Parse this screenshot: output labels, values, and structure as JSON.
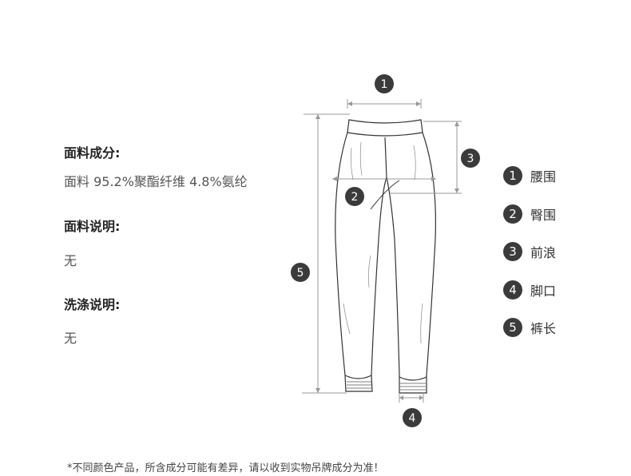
{
  "fabric": {
    "title": "面料成分:",
    "value": "面料 95.2%聚酯纤维 4.8%氨纶"
  },
  "fabric_note": {
    "title": "面料说明:",
    "value": "无"
  },
  "washing": {
    "title": "洗涤说明:",
    "value": "无"
  },
  "legend": [
    {
      "num": "1",
      "label": "腰围"
    },
    {
      "num": "2",
      "label": "臀围"
    },
    {
      "num": "3",
      "label": "前浪"
    },
    {
      "num": "4",
      "label": "脚口"
    },
    {
      "num": "5",
      "label": "裤长"
    }
  ],
  "footnote": "*不同颜色产品，所含成分可能有差异，请以收到实物吊牌成分为准！",
  "diagram_markers": [
    "1",
    "2",
    "3",
    "4",
    "5"
  ],
  "colors": {
    "badge": "#3b3b3b",
    "measure_line": "#999999",
    "outline": "#333333"
  }
}
